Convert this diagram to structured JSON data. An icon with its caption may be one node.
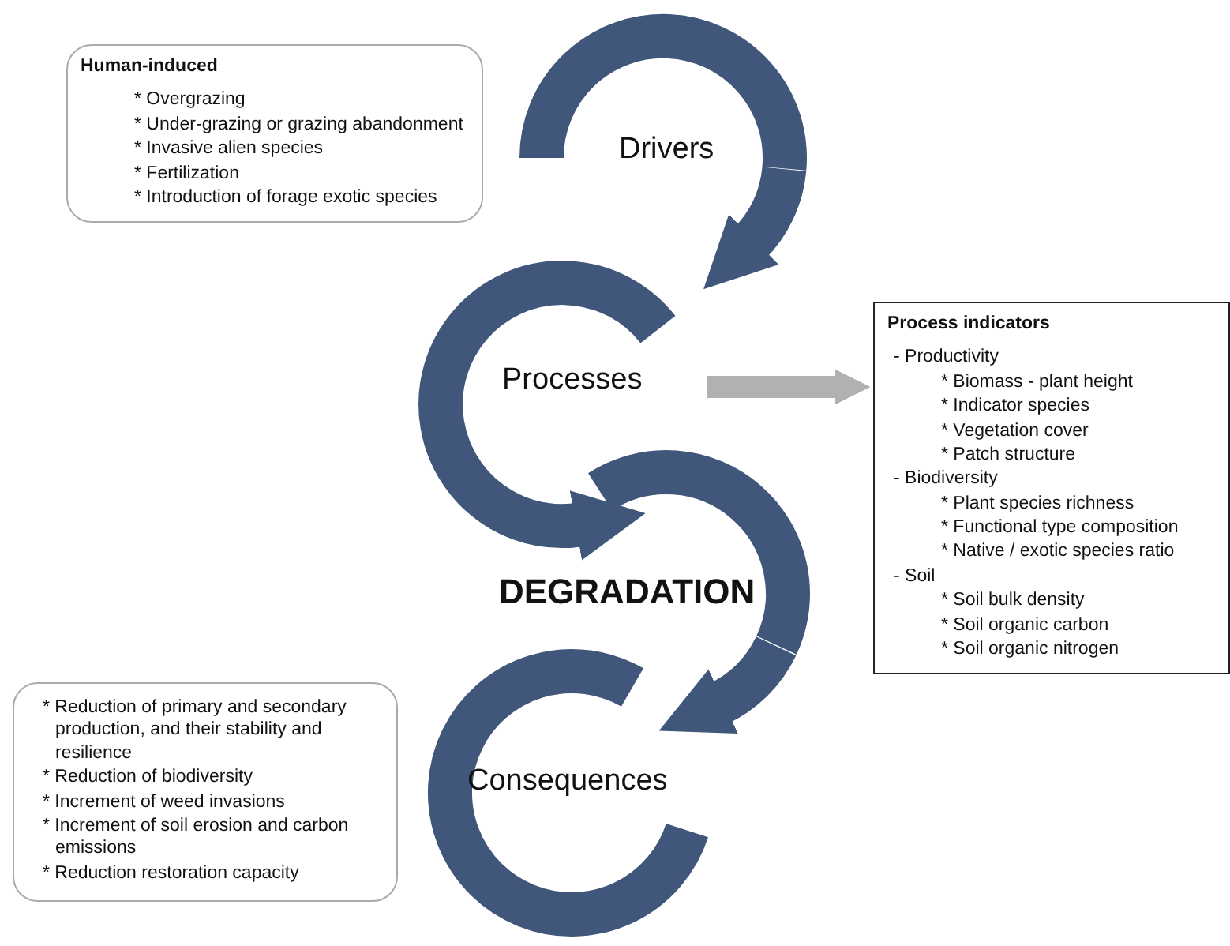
{
  "diagram": {
    "nodes": [
      {
        "text": [
          "Human-induced",
          "* Overgrazing",
          "* Under-grazing or grazing abandonment",
          "* Invasive alien species",
          "* Fertilization",
          "* Introduction of forage exotic species"
        ]
      },
      {
        "text": [
          "Drivers"
        ]
      },
      {
        "text": [
          "Processes"
        ]
      },
      {
        "text": [
          "DEGRADATION"
        ]
      },
      {
        "text": [
          "Consequences"
        ]
      },
      {
        "text": [
          "Process indicators",
          "- Productivity",
          "* Biomass - plant height",
          "* Indicator species",
          "* Vegetation cover",
          "* Patch structure",
          "- Biodiversity",
          "* Plant species richness",
          "* Functional type composition",
          "* Native / exotic species ratio",
          "- Soil",
          "* Soil bulk density",
          "* Soil organic carbon",
          "* Soil organic nitrogen"
        ]
      },
      {
        "text": [
          "* Reduction of primary and secondary production, and their stability and resilience",
          "* Reduction of biodiversity",
          "* Increment of weed invasions",
          "* Increment of soil erosion and carbon emissions",
          "* Reduction restoration capacity"
        ]
      }
    ],
    "edges": [
      {
        "from": 1,
        "to": 2,
        "arrow": "to"
      },
      {
        "from": 2,
        "to": 3,
        "arrow": "to"
      },
      {
        "from": 3,
        "to": 4,
        "arrow": "to"
      },
      {
        "from": 2,
        "to": 5,
        "arrow": "to",
        "color": "#b3b0b0"
      }
    ]
  }
}
